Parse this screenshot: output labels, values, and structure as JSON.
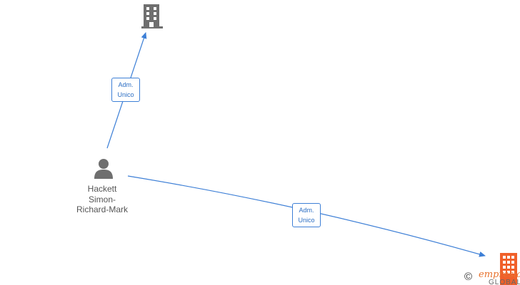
{
  "nodes": {
    "company_top": {
      "icon": "building-icon",
      "color": "#6f6f6f"
    },
    "company_bottom_right": {
      "icon": "building-icon",
      "color": "#f0602a"
    },
    "person": {
      "icon": "person-icon",
      "color": "#6f6f6f",
      "name_line1": "Hackett",
      "name_line2": "Simon-",
      "name_line3": "Richard-Mark"
    }
  },
  "edges": [
    {
      "from": "person",
      "to": "company_top",
      "label_line1": "Adm.",
      "label_line2": "Unico"
    },
    {
      "from": "person",
      "to": "company_bottom_right",
      "label_line1": "Adm.",
      "label_line2": "Unico"
    }
  ],
  "colors": {
    "edge": "#3d7fd6",
    "edge_label_text": "#2d6fc4"
  },
  "watermark": {
    "copyright": "©",
    "brand": "empresia",
    "sub": "GLOBAL"
  }
}
